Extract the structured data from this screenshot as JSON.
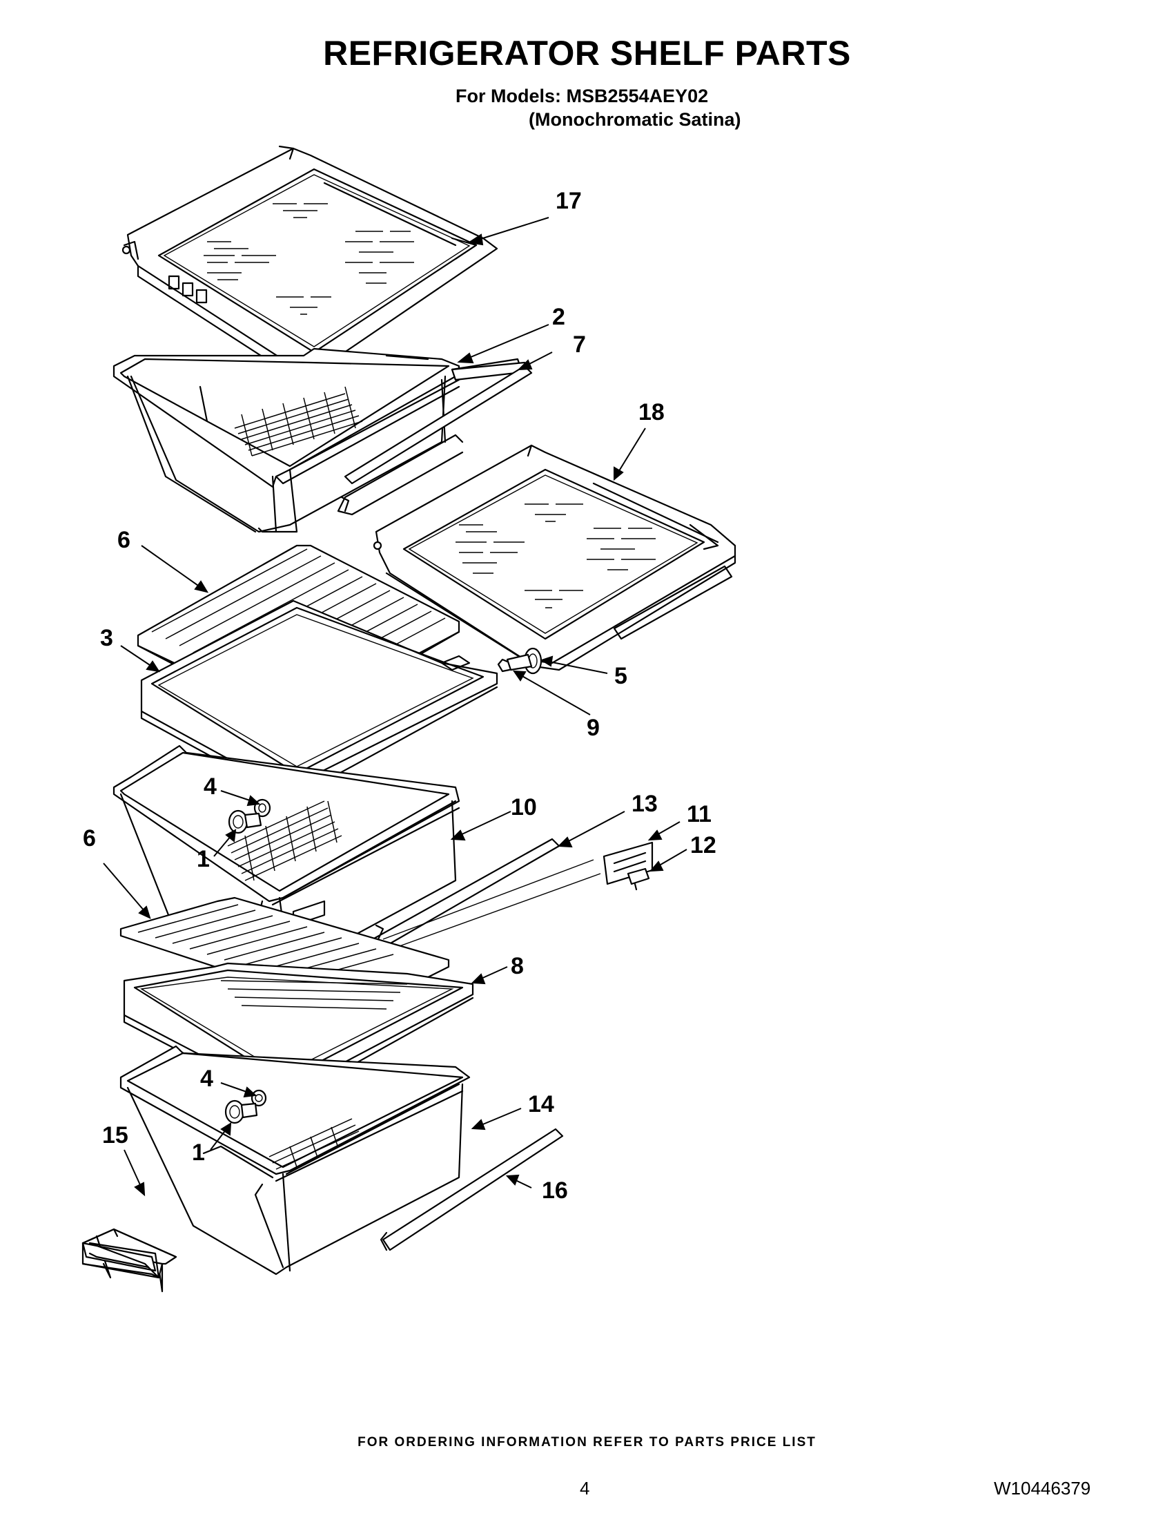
{
  "header": {
    "title": "REFRIGERATOR SHELF PARTS",
    "models_line1": "For Models: MSB2554AEY02",
    "models_line2": "(Monochromatic Satina)"
  },
  "callouts": {
    "c17": "17",
    "c2": "2",
    "c7": "7",
    "c18": "18",
    "c6a": "6",
    "c3": "3",
    "c5": "5",
    "c9": "9",
    "c4a": "4",
    "c1a": "1",
    "c10": "10",
    "c13": "13",
    "c11": "11",
    "c12": "12",
    "c6b": "6",
    "c8": "8",
    "c4b": "4",
    "c1b": "1",
    "c14": "14",
    "c15": "15",
    "c16": "16"
  },
  "footer": {
    "ordering_note": "FOR ORDERING INFORMATION REFER TO PARTS PRICE LIST",
    "page_number": "4",
    "document_number": "W10446379"
  }
}
